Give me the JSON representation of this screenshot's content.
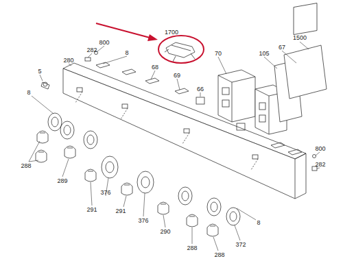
{
  "diagram": {
    "labels": [
      "1700",
      "1500",
      "800",
      "282",
      "280",
      "8",
      "67",
      "105",
      "70",
      "68",
      "69",
      "66",
      "5",
      "8",
      "288",
      "289",
      "291",
      "376",
      "291",
      "376",
      "290",
      "288",
      "288",
      "372",
      "8",
      "800",
      "282"
    ]
  }
}
